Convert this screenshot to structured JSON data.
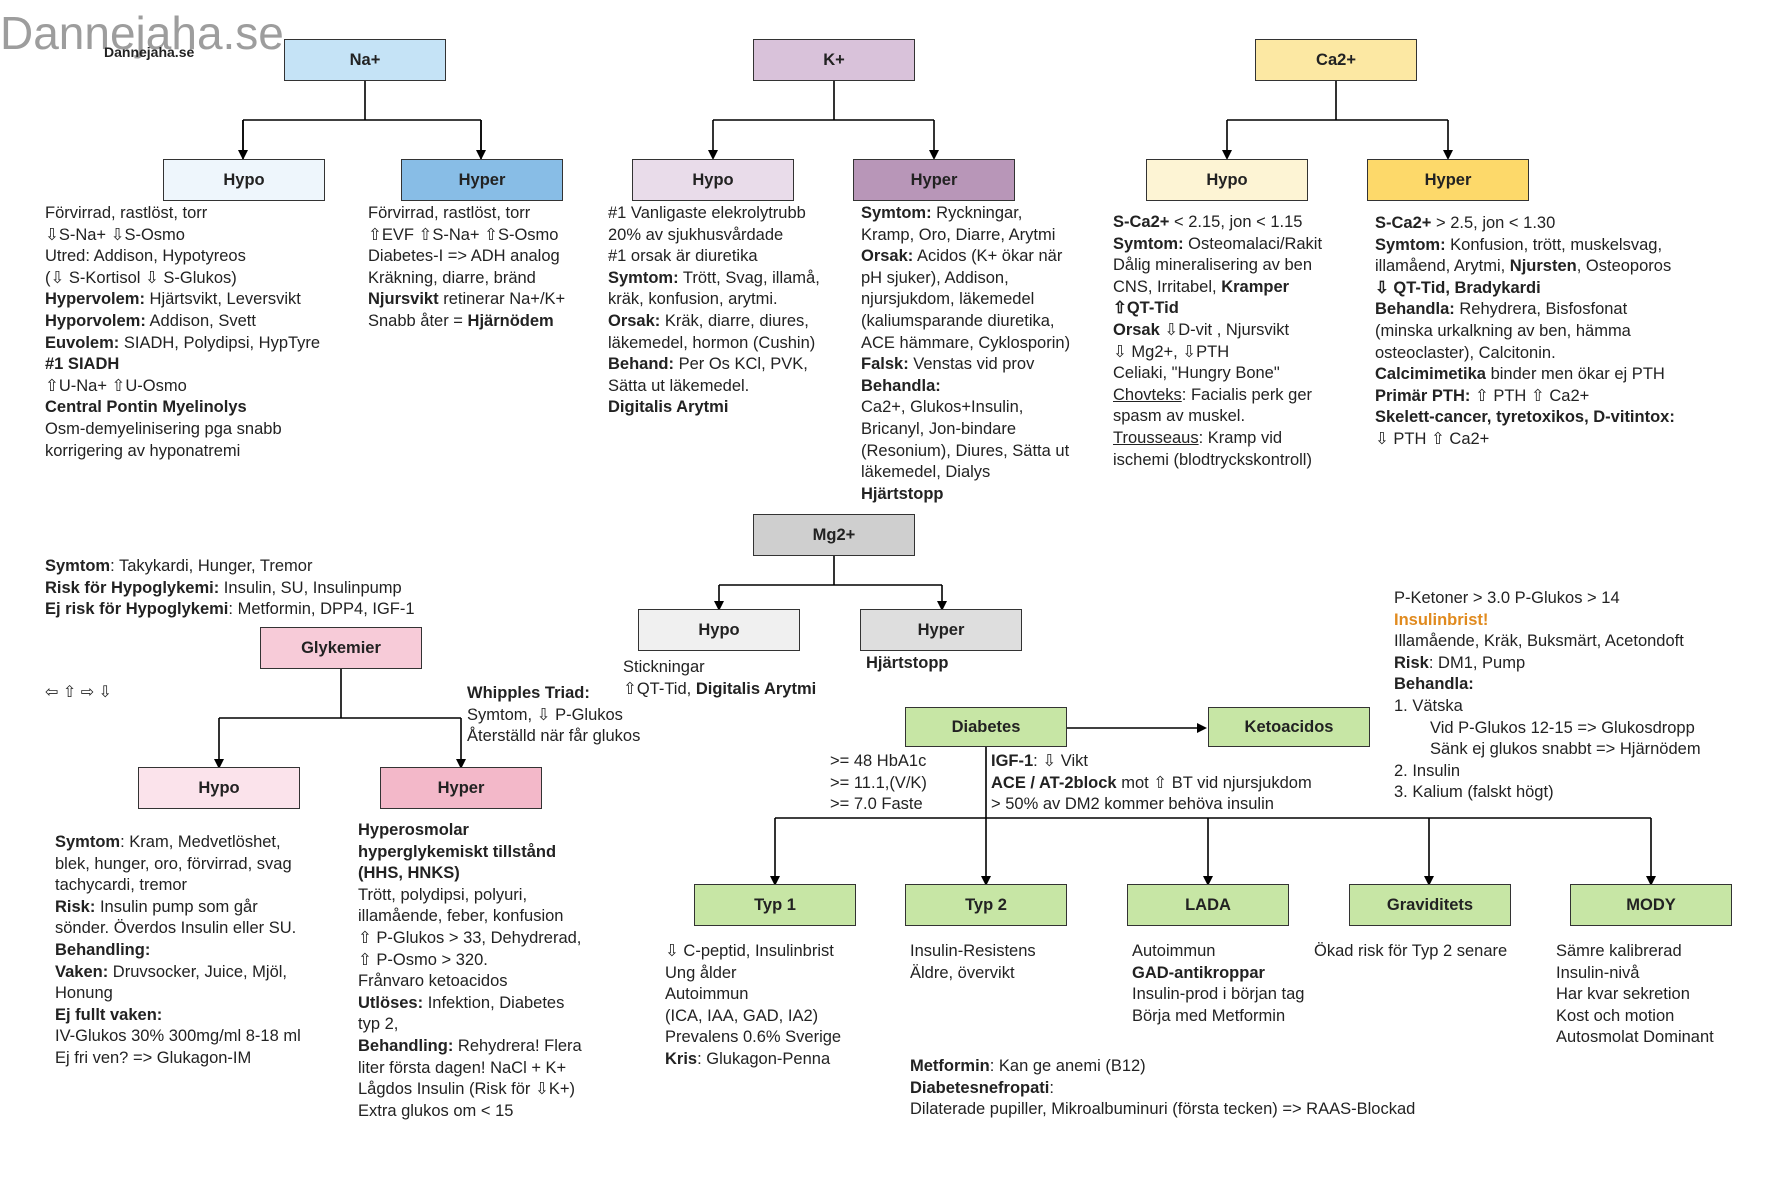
{
  "watermark": {
    "big": "Dannejaha.se",
    "small": "Dannejaha.se"
  },
  "colors": {
    "na_header": "#c5e3f6",
    "na_hypo": "#eef6fc",
    "na_hyper": "#88bde6",
    "k_header": "#d9c2da",
    "k_hypo": "#e9dcea",
    "k_hyper": "#b896b8",
    "ca_header": "#fce8a3",
    "ca_hypo": "#fdf4d4",
    "ca_hyper": "#fdd96a",
    "mg_header": "#cfcfcf",
    "mg_hypo": "#f0f0f0",
    "mg_hyper": "#dedede",
    "glyk": "#f7cbd8",
    "glyk_hypo": "#fbe3eb",
    "glyk_hyper": "#f3b8c9",
    "green": "#c7e6a5",
    "accent": "#e08a1e"
  },
  "nodes": {
    "na": "Na+",
    "na_hypo": "Hypo",
    "na_hyper": "Hyper",
    "k": "K+",
    "k_hypo": "Hypo",
    "k_hyper": "Hyper",
    "ca": "Ca2+",
    "ca_hypo": "Hypo",
    "ca_hyper": "Hyper",
    "mg": "Mg2+",
    "mg_hypo": "Hypo",
    "mg_hyper": "Hyper",
    "glyk": "Glykemier",
    "glyk_hypo": "Hypo",
    "glyk_hyper": "Hyper",
    "diabetes": "Diabetes",
    "keto": "Ketoacidos",
    "typ1": "Typ 1",
    "typ2": "Typ 2",
    "lada": "LADA",
    "grav": "Graviditets",
    "mody": "MODY"
  },
  "text": {
    "na_hypo": [
      {
        "t": "Förvirrad, rastlöst, torr"
      },
      {
        "t": "⇩S-Na+ ⇩S-Osmo"
      },
      {
        "t": "Utred: Addison, Hypotyreos"
      },
      {
        "t": "(⇩ S-Kortisol ⇩ S-Glukos)"
      },
      {
        "b": "Hypervolem:",
        "t": " Hjärtsvikt, Leversvikt"
      },
      {
        "b": "Hyporvolem:",
        "t": " Addison, Svett"
      },
      {
        "b": "Euvolem:",
        "t": " SIADH, Polydipsi, HypTyre"
      },
      {
        "t": ""
      },
      {
        "b": "#1 SIADH"
      },
      {
        "t": "⇧U-Na+ ⇧U-Osmo"
      },
      {
        "t": ""
      },
      {
        "b": "Central Pontin Myelinolys"
      },
      {
        "t": "Osm-demyelinisering pga snabb"
      },
      {
        "t": "korrigering av hyponatremi"
      }
    ],
    "na_hyper": [
      {
        "t": "Förvirrad, rastlöst, torr"
      },
      {
        "t": "⇧EVF ⇧S-Na+ ⇧S-Osmo"
      },
      {
        "t": "Diabetes-I => ADH analog"
      },
      {
        "t": "Kräkning, diarre, bränd"
      },
      {
        "b": "Njursvikt",
        "t": " retinerar Na+/K+"
      },
      {
        "t": ""
      },
      {
        "t": "Snabb åter = ",
        "b2": "Hjärnödem"
      }
    ],
    "k_hypo": [
      {
        "t": "#1 Vanligaste elekrolytrubb"
      },
      {
        "t": "20% av sjukhusvårdade"
      },
      {
        "t": "#1 orsak är diuretika"
      },
      {
        "b": "Symtom:",
        "t": " Trött, Svag, illamå,"
      },
      {
        "t": "kräk, konfusion, arytmi."
      },
      {
        "b": "Orsak:",
        "t": " Kräk, diarre, diures,"
      },
      {
        "t": "läkemedel, hormon (Cushin)"
      },
      {
        "b": "Behand:",
        "t": " Per Os KCl, PVK,"
      },
      {
        "t": "Sätta ut läkemedel."
      },
      {
        "b": "Digitalis Arytmi"
      }
    ],
    "k_hyper": [
      {
        "b": "Symtom:",
        "t": " Ryckningar,"
      },
      {
        "t": "Kramp, Oro, Diarre, Arytmi"
      },
      {
        "b": "Orsak:",
        "t": " Acidos (K+ ökar när"
      },
      {
        "t": "pH sjuker), Addison,"
      },
      {
        "t": "njursjukdom, läkemedel"
      },
      {
        "t": "(kaliumsparande diuretika,"
      },
      {
        "t": "ACE hämmare, Cyklosporin)"
      },
      {
        "b": "Falsk:",
        "t": " Venstas vid prov"
      },
      {
        "b": "Behandla:"
      },
      {
        "t": "Ca2+, Glukos+Insulin,"
      },
      {
        "t": "Bricanyl, Jon-bindare"
      },
      {
        "t": "(Resonium), Diures, Sätta ut"
      },
      {
        "t": "läkemedel, Dialys"
      },
      {
        "b": "Hjärtstopp"
      }
    ],
    "ca_hypo": [
      {
        "b": "S-Ca2+",
        "t": " < 2.15, jon < 1.15"
      },
      {
        "b": "Symtom:",
        "t": " Osteomalaci/Rakit"
      },
      {
        "t": "Dålig mineralisering av ben"
      },
      {
        "t": "CNS, Irritabel, ",
        "b2": "Kramper"
      },
      {
        "b": "⇧QT-Tid"
      },
      {
        "t": ""
      },
      {
        "b": "Orsak",
        "t": " ⇩D-vit , Njursvikt"
      },
      {
        "t": "⇩ Mg2+, ⇩PTH"
      },
      {
        "t": "Celiaki, \"Hungry Bone\""
      },
      {
        "t": ""
      },
      {
        "u": "Chovteks",
        "t": ": Facialis perk ger"
      },
      {
        "t": "spasm av muskel."
      },
      {
        "u": "Trousseaus",
        "t": ": Kramp vid"
      },
      {
        "t": "ischemi (blodtryckskontroll)"
      }
    ],
    "ca_hyper": [
      {
        "b": "S-Ca2+",
        "t": " > 2.5, jon < 1.30"
      },
      {
        "b": "Symtom:",
        "t": " Konfusion, trött, muskelsvag,"
      },
      {
        "t": "illamåend, Arytmi, ",
        "b2": "Njursten",
        "t2": ", Osteoporos"
      },
      {
        "b": "⇩ QT-Tid, Bradykardi"
      },
      {
        "b": "Behandla:",
        "t": " Rehydrera, Bisfosfonat"
      },
      {
        "t": "(minska urkalkning av ben, hämma"
      },
      {
        "t": "osteoclaster), Calcitonin."
      },
      {
        "b": "Calcimimetika",
        "t": " binder men ökar ej PTH"
      },
      {
        "b": "Primär PTH:",
        "t": " ⇧ PTH ⇧ Ca2+"
      },
      {
        "t": ""
      },
      {
        "b": "Skelett-cancer, tyretoxikos, D-vitintox:"
      },
      {
        "t": "⇩ PTH ⇧ Ca2+"
      }
    ],
    "mg_hypo": [
      {
        "t": "Stickningar"
      },
      {
        "t": "⇧QT-Tid, ",
        "b2": "Digitalis Arytmi"
      }
    ],
    "mg_hyper": [
      {
        "b": "Hjärtstopp"
      }
    ],
    "glyk_top": [
      {
        "b": "Symtom",
        "t": ": Takykardi, Hunger, Tremor"
      },
      {
        "b": "Risk för Hypoglykemi:",
        "t": " Insulin, SU, Insulinpump"
      },
      {
        "b": "Ej risk för Hypoglykemi",
        "t": ": Metformin, DPP4, IGF-1"
      }
    ],
    "arrows_legend": "⇦ ⇧ ⇨ ⇩",
    "whipple": [
      {
        "b": "Whipples Triad:"
      },
      {
        "t": "Symtom, ⇩ P-Glukos"
      },
      {
        "t": "Återställd när får glukos"
      }
    ],
    "glyk_hypo": [
      {
        "b": "Symtom",
        "t": ": Kram, Medvetlöshet,"
      },
      {
        "t": "blek, hunger, oro, förvirrad, svag"
      },
      {
        "t": "tachycardi, tremor"
      },
      {
        "b": "Risk:",
        "t": " Insulin pump som går"
      },
      {
        "t": "sönder. Överdos Insulin eller SU."
      },
      {
        "t": ""
      },
      {
        "b": "Behandling:"
      },
      {
        "b": "Vaken:",
        "t": " Druvsocker, Juice, Mjöl,"
      },
      {
        "t": "Honung"
      },
      {
        "b": "Ej fullt vaken:"
      },
      {
        "t": "IV-Glukos 30% 300mg/ml 8-18 ml"
      },
      {
        "t": "Ej fri ven? => Glukagon-IM"
      }
    ],
    "glyk_hyper": [
      {
        "b": "Hyperosmolar"
      },
      {
        "b": "hyperglykemiskt tillstånd"
      },
      {
        "b": "(HHS, HNKS)"
      },
      {
        "t": "Trött, polydipsi, polyuri,"
      },
      {
        "t": "illamående, feber, konfusion"
      },
      {
        "t": "⇧ P-Glukos > 33, Dehydrerad,"
      },
      {
        "t": "⇧ P-Osmo > 320."
      },
      {
        "t": "Frånvaro ketoacidos"
      },
      {
        "b": "Utlöses:",
        "t": " Infektion, Diabetes"
      },
      {
        "t": "typ 2,"
      },
      {
        "b": "Behandling:",
        "t": " Rehydrera! Flera"
      },
      {
        "t": "liter första dagen! NaCl + K+"
      },
      {
        "t": "Lågdos Insulin (Risk för ⇩K+)"
      },
      {
        "t": "Extra glukos om < 15"
      }
    ],
    "diab_left": [
      {
        "t": ">= 48 HbA1c"
      },
      {
        "t": ">= 11.1,(V/K)"
      },
      {
        "t": ">= 7.0 Faste"
      }
    ],
    "diab_right": [
      {
        "b": "IGF-1",
        "t": ": ⇩ Vikt"
      },
      {
        "b": "ACE / AT-2block",
        "t": " mot ⇧ BT vid njursjukdom"
      },
      {
        "t": "> 50% av DM2 kommer behöva insulin"
      }
    ],
    "keto": [
      {
        "t": "P-Ketoner > 3.0 P-Glukos > 14"
      },
      {
        "o": "Insulinbrist!"
      },
      {
        "t": "Illamående, Kräk, Buksmärt, Acetondoft"
      },
      {
        "b": "Risk",
        "t": ": DM1, Pump"
      },
      {
        "b": "Behandla:"
      },
      {
        "t": "1. Vätska"
      },
      {
        "t": "Vid P-Glukos 12-15 => Glukosdropp",
        "i": true
      },
      {
        "t": "Sänk ej glukos snabbt => Hjärnödem",
        "i": true
      },
      {
        "t": "2. Insulin"
      },
      {
        "t": "3. Kalium (falskt högt)"
      }
    ],
    "typ1": [
      {
        "t": "⇩ C-peptid, ",
        "t2": "Insulinbrist"
      },
      {
        "t": "Ung ålder"
      },
      {
        "t": "Autoimmun"
      },
      {
        "t": "(ICA, IAA, GAD, IA2)"
      },
      {
        "t": ""
      },
      {
        "t": "Prevalens 0.6% Sverige"
      },
      {
        "b": "Kris",
        "t": ": Glukagon-Penna"
      }
    ],
    "typ2": [
      {
        "t": "Insulin-Resistens"
      },
      {
        "t": "Äldre, övervikt"
      }
    ],
    "lada": [
      {
        "t": "Autoimmun"
      },
      {
        "b": "GAD-antikroppar"
      },
      {
        "t": "Insulin-prod i början tag"
      },
      {
        "t": "Börja med Metformin"
      }
    ],
    "grav": [
      {
        "t": "Ökad risk för Typ 2 senare"
      }
    ],
    "mody": [
      {
        "t": "Sämre kalibrerad"
      },
      {
        "t": "Insulin-nivå"
      },
      {
        "t": "Har kvar sekretion"
      },
      {
        "t": "Kost och motion"
      },
      {
        "t": "Autosmolat Dominant"
      }
    ],
    "bottom": [
      {
        "b": "Metformin",
        "t": ": Kan ge anemi (B12)"
      },
      {
        "b": "Diabetesnefropati",
        "t": ":"
      },
      {
        "t": "Dilaterade pupiller, Mikroalbuminuri (första tecken) => RAAS-Blockad"
      }
    ]
  }
}
